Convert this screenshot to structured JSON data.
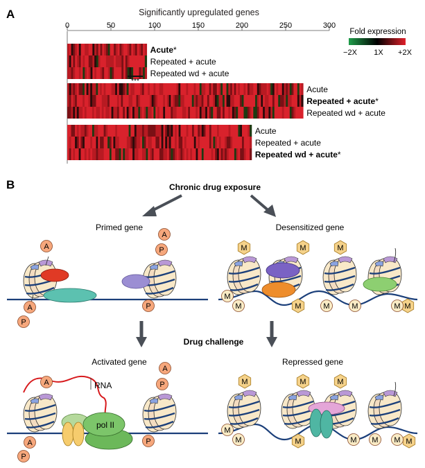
{
  "panel_a": {
    "letter": "A",
    "axis_title": "Significantly upregulated genes",
    "ticks": [
      0,
      50,
      100,
      150,
      200,
      250,
      300
    ],
    "tick_labels": [
      "0",
      "50",
      "100",
      "150",
      "200",
      "250",
      "300"
    ],
    "legend": {
      "title": "Fold expression",
      "labels": [
        "−2X",
        "1X",
        "+2X"
      ],
      "colors": [
        "#1f9d4a",
        "#000000",
        "#e0202a"
      ]
    },
    "significance_mark": "***",
    "groups": [
      {
        "gene_count": 91,
        "rows": [
          {
            "label": "Acute",
            "star": "*",
            "bold": true
          },
          {
            "label": "Repeated + acute",
            "star": "",
            "bold": false
          },
          {
            "label": "Repeated wd + acute",
            "star": "",
            "bold": false
          }
        ]
      },
      {
        "gene_count": 270,
        "rows": [
          {
            "label": "Acute",
            "star": "",
            "bold": false
          },
          {
            "label": "Repeated + acute",
            "star": "*",
            "bold": true
          },
          {
            "label": "Repeated wd + acute",
            "star": "",
            "bold": false
          }
        ]
      },
      {
        "gene_count": 211,
        "rows": [
          {
            "label": "Acute",
            "star": "",
            "bold": false
          },
          {
            "label": "Repeated + acute",
            "star": "",
            "bold": false
          },
          {
            "label": "Repeated wd + acute",
            "star": "*",
            "bold": true
          }
        ]
      }
    ]
  },
  "panel_b": {
    "letter": "B",
    "chronic_label": "Chronic drug exposure",
    "challenge_label": "Drug challenge",
    "primed_label": "Primed gene",
    "desensitized_label": "Desensitized gene",
    "activated_label": "Activated gene",
    "repressed_label": "Repressed gene",
    "rna_label": "RNA",
    "pol_label": "pol II",
    "mark_a": "A",
    "mark_p": "P",
    "mark_m": "M",
    "colors": {
      "dna": "#1b3f7a",
      "arrow": "#4a4f57",
      "histone": "#f8e8c8",
      "mark_ap_fill": "#f6a77c",
      "mark_m_fill": "#f9ebc5",
      "hexagon_fill": "#f5d28a",
      "rna": "#d7191c"
    }
  }
}
